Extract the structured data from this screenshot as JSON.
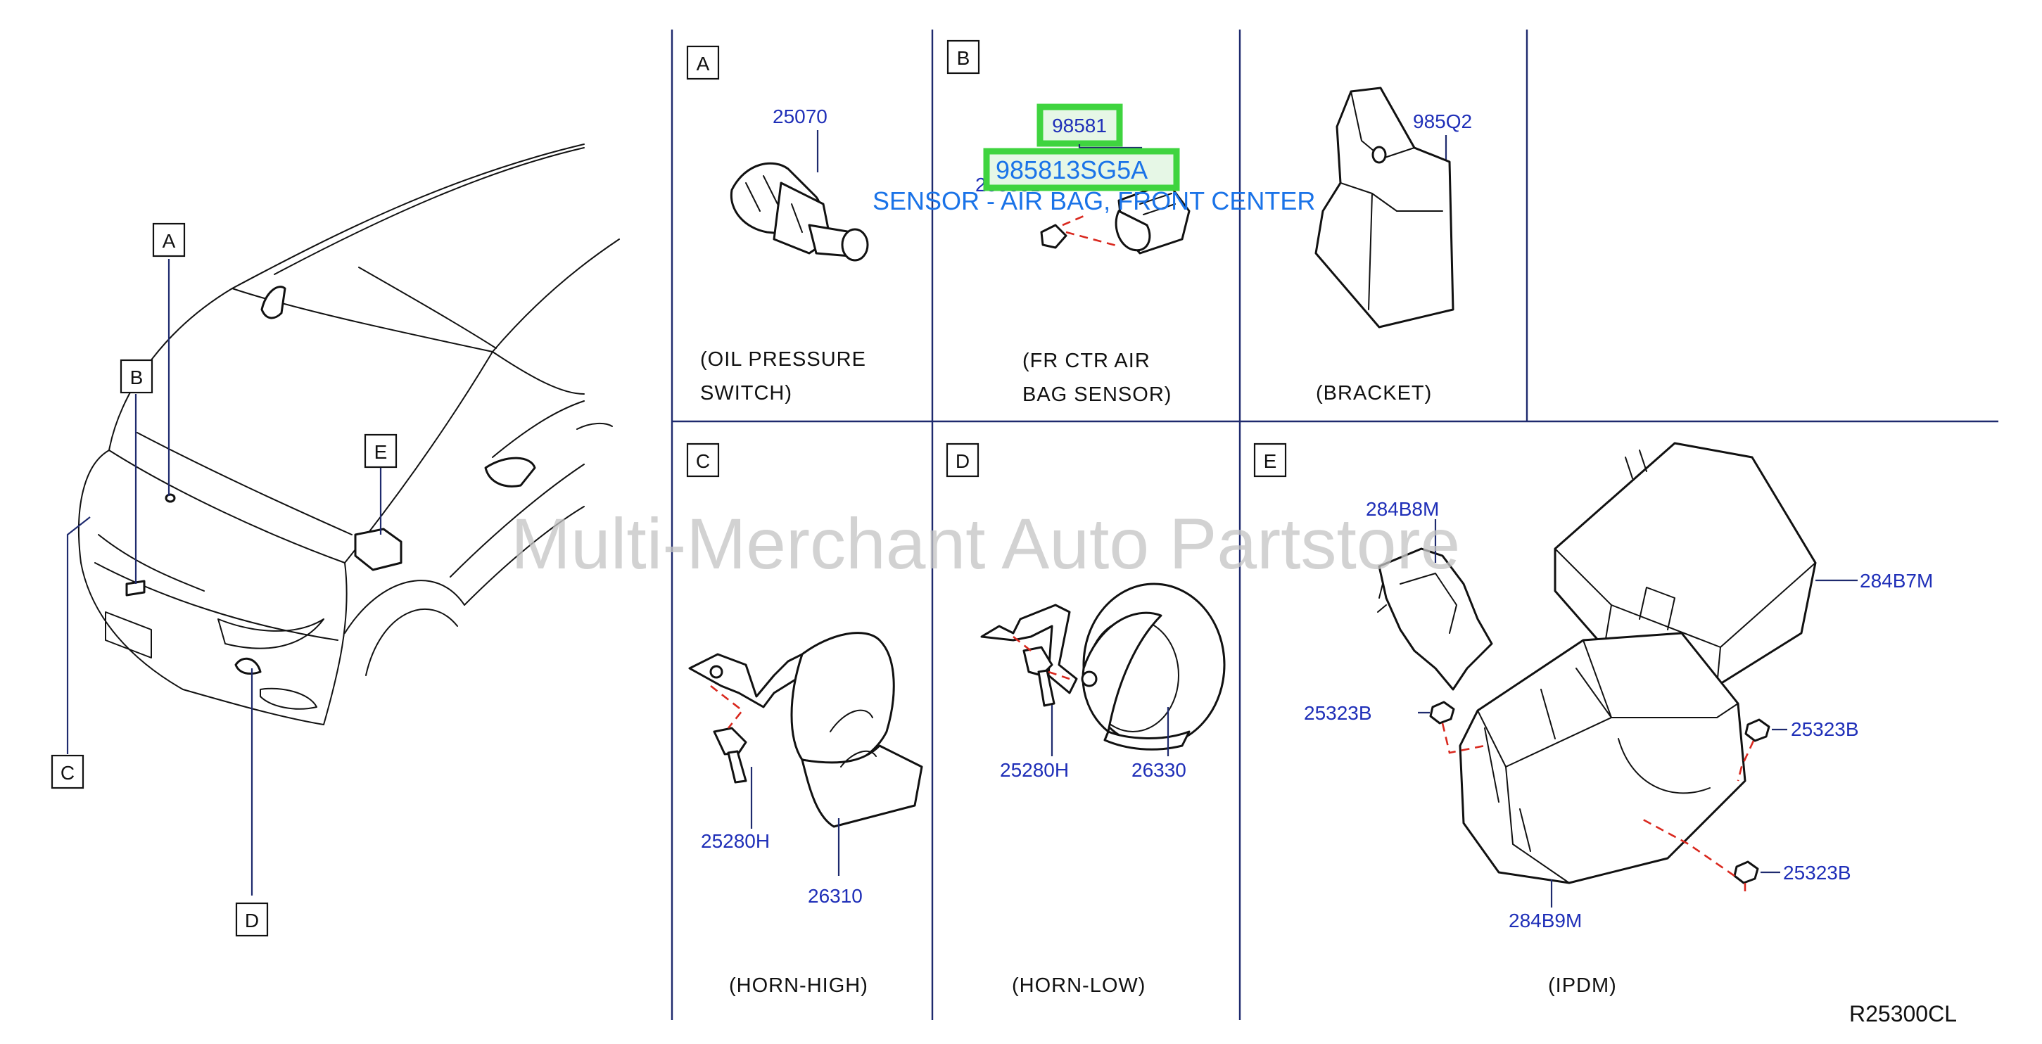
{
  "watermark": "Multi-Merchant Auto Partstore",
  "diagram_code": "R25300CL",
  "car_markers": [
    "A",
    "B",
    "C",
    "E",
    "D"
  ],
  "panels": {
    "A": {
      "letter": "A",
      "parts": [
        "25070"
      ],
      "caption_lines": [
        "(OIL   PRESSURE",
        "SWITCH)"
      ]
    },
    "B": {
      "letter": "B",
      "parts": [
        "98581",
        "25385B"
      ],
      "caption_lines": [
        "(FR   CTR   AIR",
        "BAG   SENSOR)"
      ]
    },
    "bracket": {
      "parts": [
        "985Q2"
      ],
      "caption_lines": [
        "(BRACKET)"
      ]
    },
    "C": {
      "letter": "C",
      "parts": [
        "25280H",
        "26310"
      ],
      "caption_lines": [
        "(HORN-HIGH)"
      ]
    },
    "D": {
      "letter": "D",
      "parts": [
        "25280H",
        "26330"
      ],
      "caption_lines": [
        "(HORN-LOW)"
      ]
    },
    "E": {
      "letter": "E",
      "parts": [
        "284B8M",
        "284B7M",
        "25323B",
        "25323B",
        "25323B",
        "284B9M"
      ],
      "caption_lines": [
        "(IPDM)"
      ]
    }
  },
  "highlight": {
    "part_number": "985813SG5A",
    "description": "SENSOR - AIR BAG, FRONT CENTER",
    "accent_color": "#3fd43f",
    "text_color": "#1a73e8"
  },
  "colors": {
    "part_number": "#1f2fb8",
    "dashed_fastener": "#d9281e",
    "divider": "#1e2a6e"
  }
}
